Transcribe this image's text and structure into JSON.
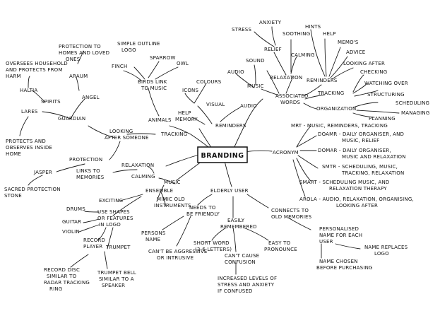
{
  "mindmap": {
    "center": "BRANDING",
    "labels": {
      "stress": "STRESS",
      "anxiety": "ANXIETY",
      "hints": "HINTS",
      "soothing": "SOOTHING",
      "help": "HELP",
      "memos": "MEMO'S",
      "relief": "RELIEF",
      "calming_r": "CALMING",
      "advice": "ADVICE",
      "sound": "SOUND",
      "looking_after": "LOOKING AFTER",
      "relaxation_r": "RELAXATION",
      "reminders_r": "REMINDERS",
      "checking": "CHECKING",
      "audio_r": "AUDIO",
      "music_r": "MUSIC",
      "watching_over": "WATCHING OVER",
      "tracking_r": "TRACKING",
      "structuring": "STRUCTURING",
      "associated_1": "ASSOCIATED",
      "associated_2": "WORDS",
      "scheduling": "SCHEDULING",
      "organization": "ORGANIZATION",
      "managing": "MANAGING",
      "planning": "PLANNING",
      "colours": "COLOURS",
      "icons": "ICONS",
      "visual": "VISUAL",
      "audio_m": "AUDIO",
      "help_memory_1": "HELP",
      "help_memory_2": "MEMORY",
      "reminders_m": "REMINDERS",
      "protection_homes_1": "PROTECTION TO",
      "protection_homes_2": "HOMES AND LOVED",
      "protection_homes_3": "ONES",
      "simple_logo_1": "SIMPLE OUTLINE",
      "simple_logo_2": "LOGO",
      "sparrow": "SPARROW",
      "finch": "FINCH",
      "owl": "OWL",
      "araum": "ARAUM",
      "birds_1": "BIRDS LINK",
      "birds_2": "TO MUSIC",
      "oversees_1": "OVERSEES HOUSEHOLD",
      "oversees_2": "AND PROTECTS FROM",
      "oversees_3": "HARM",
      "haltia": "HALTIA",
      "angel": "ANGEL",
      "spirits": "SPIRITS",
      "guardian": "GUARDIAN",
      "animals": "ANIMALS",
      "lares": "LARES",
      "looking_someone_1": "LOOKING",
      "looking_someone_2": "AFTER SOMEONE",
      "tracking_l": "TRACKING",
      "protects_1": "PROTECTS AND",
      "protects_2": "OBSERVES INSIDE",
      "protects_3": "HOME",
      "protection": "PROTECTION",
      "jasper": "JASPER",
      "sacred_1": "SACRED PROTECTION",
      "sacred_2": "STONE",
      "relaxation_l": "RELAXATION",
      "links_mem_1": "LINKS TO",
      "links_mem_2": "MEMORIES",
      "calming_l": "CALMING",
      "music_l": "MUSIC",
      "ensemble": "ENSEMBLE",
      "exciting": "EXCITING",
      "mimic_1": "MIMIC OLD",
      "mimic_2": "INSTRUMENTS",
      "drums": "DRUMS",
      "shapes_1": "USE SHAPES",
      "shapes_2": "OR FEATURES",
      "shapes_3": "IN LOGO",
      "guitar": "GUITAR",
      "violin": "VIOLIN",
      "record_player_1": "RECORD",
      "record_player_2": "PLAYER",
      "trumpet": "TRUMPET",
      "record_disc_1": "RECORD DISC",
      "record_disc_2": "SIMILAR TO",
      "record_disc_3": "RADAR TRACKING",
      "record_disc_4": "RING",
      "trumpet_bell_1": "TRUMPET BELL",
      "trumpet_bell_2": "SIMILAR TO A",
      "trumpet_bell_3": "SPEAKER",
      "elderly_user": "ELDERLY USER",
      "friendly_1": "NEEDS TO",
      "friendly_2": "BE FRIENDLY",
      "persons_name_1": "PERSONS",
      "persons_name_2": "NAME",
      "cant_aggr_1": "CAN'T BE AGGRESSIVE",
      "cant_aggr_2": "OR INTRUSIVE",
      "easily_1": "EASILY",
      "easily_2": "REMEMBERED",
      "short_word_1": "SHORT WORD",
      "short_word_2": "(3-6 LETTERS)",
      "easy_pron_1": "EASY TO",
      "easy_pron_2": "PRONOUNCE",
      "cant_conf_1": "CAN'T CAUSE",
      "cant_conf_2": "CONFUSION",
      "increased_1": "INCREASED LEVELS OF",
      "increased_2": "STRESS AND ANXIETY",
      "increased_3": "IF CONFUSED",
      "connects_1": "CONNECTS TO",
      "connects_2": "OLD MEMORIES",
      "personalised_1": "PERSONALISED",
      "personalised_2": "NAME FOR EACH",
      "personalised_3": "USER",
      "name_chosen_1": "NAME CHOSEN",
      "name_chosen_2": "BEFORE PURCHASING",
      "name_replaces_1": "NAME REPLACES",
      "name_replaces_2": "LOGO",
      "acronym": "ACRONYM",
      "mrt": "MRT - MUSIC, REMINDERS, TRACKING",
      "doamr_1": "DOAMR - DAILY ORGANISER, AND",
      "doamr_2": "MUSIC, RELIEF",
      "domar_1": "DOMAR - DAILY ORGANISER,",
      "domar_2": "MUSIC AND RELAXATION",
      "smtr_1": "SMTR - SCHEDULING, MUSIC,",
      "smtr_2": "TRACKING, RELAXATION",
      "smart_1": "SMART - SCHEDULING MUSIC, AND",
      "smart_2": "RELAXATION THERAPY",
      "arola_1": "AROLA - AUDIO, RELAXATION, ORGANISING,",
      "arola_2": "LOOKING AFTER"
    }
  }
}
